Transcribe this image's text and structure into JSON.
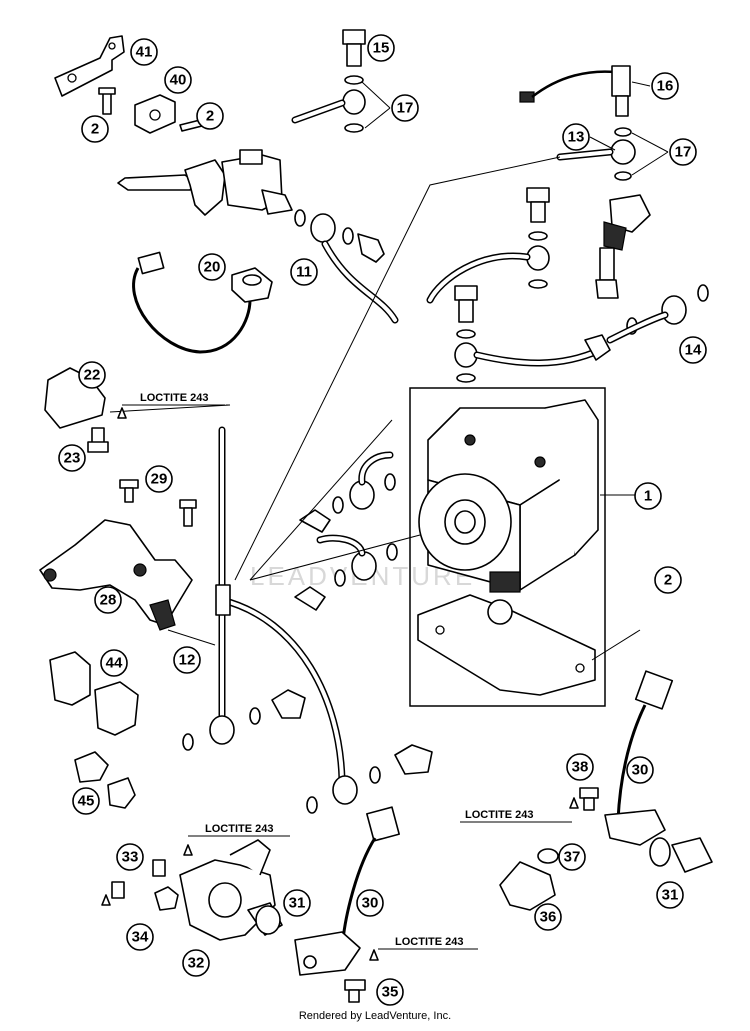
{
  "diagram": {
    "callouts": [
      {
        "id": "c41",
        "label": "41"
      },
      {
        "id": "c40",
        "label": "40"
      },
      {
        "id": "c2a",
        "label": "2"
      },
      {
        "id": "c2b",
        "label": "2"
      },
      {
        "id": "c15",
        "label": "15"
      },
      {
        "id": "c17a",
        "label": "17"
      },
      {
        "id": "c16",
        "label": "16"
      },
      {
        "id": "c13",
        "label": "13"
      },
      {
        "id": "c17b",
        "label": "17"
      },
      {
        "id": "c20",
        "label": "20"
      },
      {
        "id": "c11",
        "label": "11"
      },
      {
        "id": "c14",
        "label": "14"
      },
      {
        "id": "c22",
        "label": "22"
      },
      {
        "id": "c23",
        "label": "23"
      },
      {
        "id": "c29",
        "label": "29"
      },
      {
        "id": "c1",
        "label": "1"
      },
      {
        "id": "c2c",
        "label": "2"
      },
      {
        "id": "c28",
        "label": "28"
      },
      {
        "id": "c12",
        "label": "12"
      },
      {
        "id": "c44",
        "label": "44"
      },
      {
        "id": "c45",
        "label": "45"
      },
      {
        "id": "c38",
        "label": "38"
      },
      {
        "id": "c30a",
        "label": "30"
      },
      {
        "id": "c37",
        "label": "37"
      },
      {
        "id": "c31a",
        "label": "31"
      },
      {
        "id": "c36",
        "label": "36"
      },
      {
        "id": "c33",
        "label": "33"
      },
      {
        "id": "c34",
        "label": "34"
      },
      {
        "id": "c31b",
        "label": "31"
      },
      {
        "id": "c30b",
        "label": "30"
      },
      {
        "id": "c32",
        "label": "32"
      },
      {
        "id": "c35",
        "label": "35"
      }
    ],
    "notes": [
      {
        "id": "n1",
        "text": "LOCTITE 243"
      },
      {
        "id": "n2",
        "text": "LOCTITE 243"
      },
      {
        "id": "n3",
        "text": "LOCTITE 243"
      },
      {
        "id": "n4",
        "text": "LOCTITE 243"
      }
    ],
    "watermark": "LEADVENTURE"
  },
  "footer": "Rendered by LeadVenture, Inc."
}
